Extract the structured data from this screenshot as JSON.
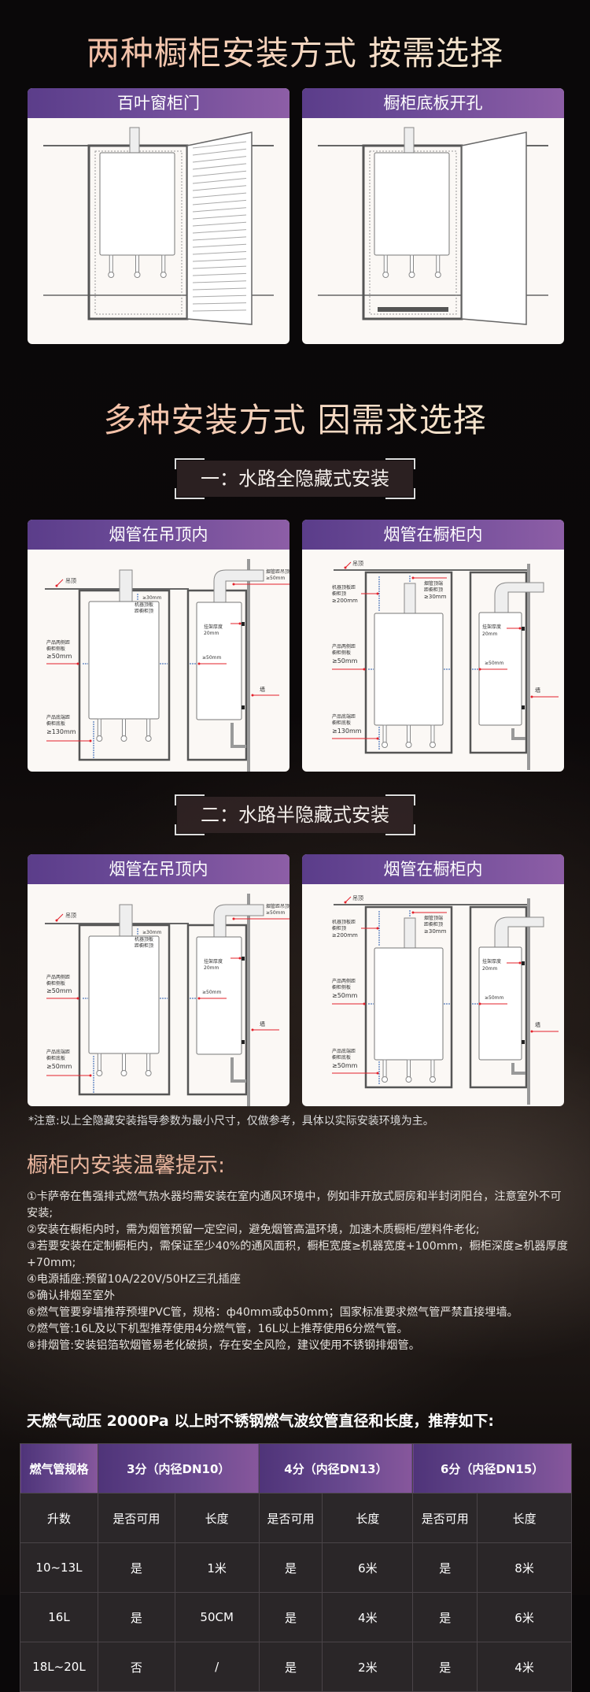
{
  "title1": "两种橱柜安装方式 按需选择",
  "top_cards": [
    {
      "title": "百叶窗柜门",
      "kind": "louvre"
    },
    {
      "title": "橱柜底板开孔",
      "kind": "hole"
    }
  ],
  "title2": "多种安装方式 因需求选择",
  "sections": [
    {
      "label": "一：水路全隐藏式安装",
      "cards": [
        {
          "title": "烟管在吊顶内",
          "kind": "ceiling",
          "labels": {
            "ceiling": "吊顶",
            "top_gap": "≥30mm",
            "top_gap_desc1": "机器顶板",
            "top_gap_desc2": "距橱柜顶",
            "side1": "产品两侧距",
            "side2": "橱柜侧板",
            "side3": "≥50mm",
            "bottom1": "产品底端距",
            "bottom2": "橱柜底板",
            "bottom3": "≥130mm",
            "flue1": "烟管距吊顶",
            "flue2": "≥50mm",
            "bracket1": "挂架厚度",
            "bracket2": "20mm",
            "gap": "≥50mm",
            "wall": "墙"
          }
        },
        {
          "title": "烟管在橱柜内",
          "kind": "cabinet",
          "labels": {
            "ceiling": "吊顶",
            "top1": "机器顶板距",
            "top2": "橱柜顶",
            "top3": "≥200mm",
            "flue1": "烟管顶端",
            "flue2": "距橱柜顶",
            "flue3": "≥30mm",
            "side1": "产品两侧距",
            "side2": "橱柜侧板",
            "side3": "≥50mm",
            "bottom1": "产品底端距",
            "bottom2": "橱柜底板",
            "bottom3": "≥130mm",
            "bracket1": "挂架厚度",
            "bracket2": "20mm",
            "gap": "≥50mm",
            "wall": "墙"
          }
        }
      ]
    },
    {
      "label": "二：水路半隐藏式安装",
      "cards": [
        {
          "title": "烟管在吊顶内",
          "kind": "ceiling",
          "labels": {
            "ceiling": "吊顶",
            "top_gap": "≥30mm",
            "top_gap_desc1": "机器顶板",
            "top_gap_desc2": "距橱柜顶",
            "side1": "产品两侧距",
            "side2": "橱柜侧板",
            "side3": "≥50mm",
            "bottom1": "产品底端距",
            "bottom2": "橱柜底板",
            "bottom3": "≥50mm",
            "flue1": "烟管距吊顶",
            "flue2": "≥50mm",
            "bracket1": "挂架厚度",
            "bracket2": "20mm",
            "gap": "≥50mm",
            "wall": "墙"
          }
        },
        {
          "title": "烟管在橱柜内",
          "kind": "cabinet",
          "labels": {
            "ceiling": "吊顶",
            "top1": "机器顶板距",
            "top2": "橱柜顶",
            "top3": "≥200mm",
            "flue1": "烟管顶端",
            "flue2": "距橱柜顶",
            "flue3": "≥30mm",
            "side1": "产品两侧距",
            "side2": "橱柜侧板",
            "side3": "≥50mm",
            "bottom1": "产品底端距",
            "bottom2": "橱柜底板",
            "bottom3": "≥50mm",
            "bracket1": "挂架厚度",
            "bracket2": "20mm",
            "gap": "≥50mm",
            "wall": "墙"
          }
        }
      ]
    }
  ],
  "note": "*注意:以上全隐藏安装指导参数为最小尺寸，仅做参考，具体以实际安装环境为主。",
  "tips_heading": "橱柜内安装温馨提示:",
  "tips": [
    "①卡萨帝在售强排式燃气热水器均需安装在室内通风环境中，例如非开放式厨房和半封闭阳台，注意室外不可安装;",
    "②安装在橱柜内时，需为烟管预留一定空间，避免烟管高温环境，加速木质橱柜/塑料件老化;",
    "③若要安装在定制橱柜内，需保证至少40%的通风面积，橱柜宽度≥机器宽度+100mm，橱柜深度≥机器厚度+70mm;",
    "④电源插座:预留10A/220V/50HZ三孔插座",
    "⑤确认排烟至室外",
    "⑥燃气管要穿墙推荐预埋PVC管，规格：ф40mm或ф50mm；国家标准要求燃气管严禁直接埋墙。",
    "⑦燃气管:16L及以下机型推荐使用4分燃气管，16L以上推荐使用6分燃气管。",
    "⑧排烟管:安装铝箔软烟管易老化破损，存在安全风险，建议使用不锈钢排烟管。"
  ],
  "table": {
    "title": "天燃气动压 2000Pa 以上时不锈钢燃气波纹管直径和长度，推荐如下:",
    "header": [
      "燃气管规格",
      "3分（内径DN10）",
      "4分（内径DN13）",
      "6分（内径DN15）"
    ],
    "subheader": [
      "升数",
      "是否可用",
      "长度",
      "是否可用",
      "长度",
      "是否可用",
      "长度"
    ],
    "rows": [
      [
        "10~13L",
        "是",
        "1米",
        "是",
        "6米",
        "是",
        "8米"
      ],
      [
        "16L",
        "是",
        "50CM",
        "是",
        "4米",
        "是",
        "6米"
      ],
      [
        "18L~20L",
        "否",
        "/",
        "是",
        "2米",
        "是",
        "4米"
      ]
    ]
  }
}
